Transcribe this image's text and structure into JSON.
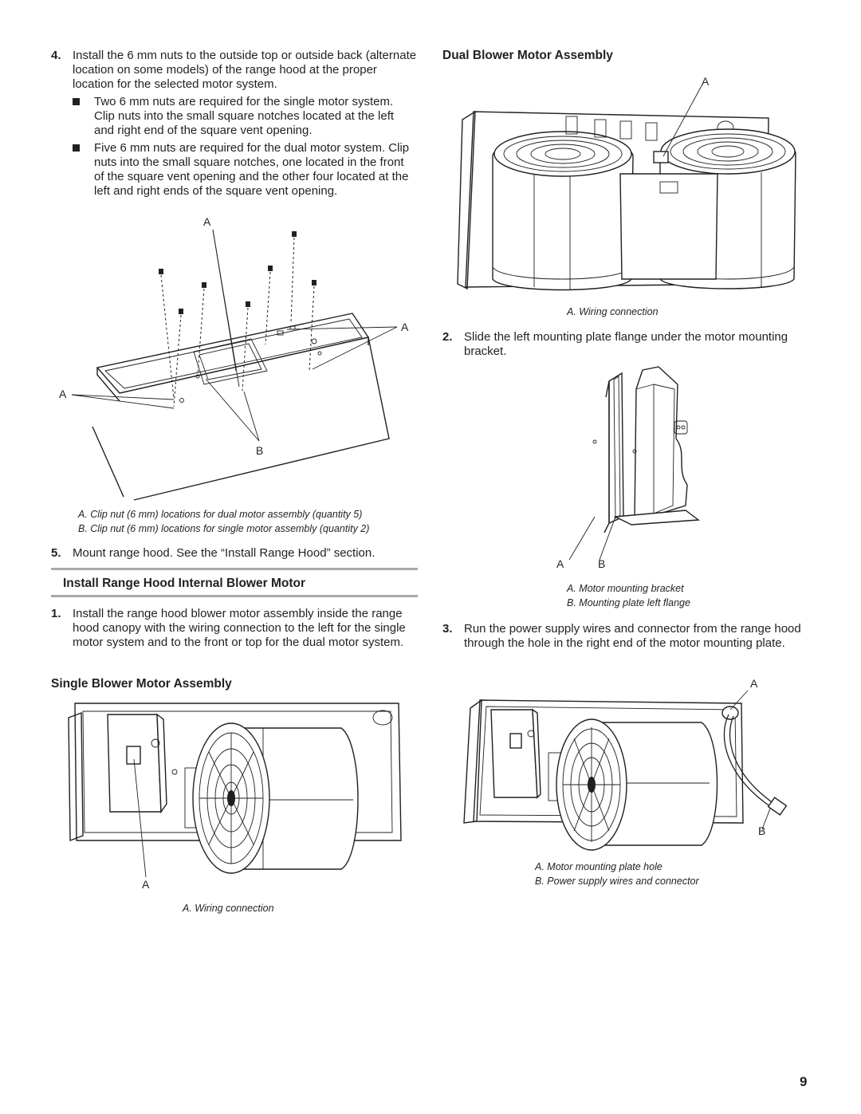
{
  "left": {
    "step4": {
      "num": "4.",
      "text": "Install the 6 mm nuts to the outside top or outside back (alternate location on some models) of the range hood at the proper location for the selected motor system.",
      "bullet1": "Two 6 mm nuts are required for the single motor system. Clip nuts into the small square notches located at the left and right end of the square vent opening.",
      "bullet2": "Five 6 mm nuts are required for the dual motor system. Clip nuts into the small square notches, one located in the front of the square vent opening and the other four located at the left and right ends of the square vent opening."
    },
    "fig1": {
      "label_a": "A",
      "label_b": "B",
      "caption_a": "A. Clip nut (6 mm) locations for dual motor assembly (quantity 5)",
      "caption_b": "B. Clip nut (6 mm) locations for single motor assembly (quantity 2)"
    },
    "step5": {
      "num": "5.",
      "text": "Mount range hood. See the “Install Range Hood” section."
    },
    "section_heading": "Install Range Hood Internal Blower Motor",
    "step1": {
      "num": "1.",
      "text": "Install the range hood blower motor assembly inside the range hood canopy with the wiring connection to the left for the single motor system and to the front or top for the dual motor system."
    },
    "single_heading": "Single Blower Motor Assembly",
    "fig_single": {
      "label_a": "A",
      "caption": "A. Wiring connection"
    }
  },
  "right": {
    "dual_heading": "Dual Blower Motor Assembly",
    "fig_dual": {
      "label_a": "A",
      "caption": "A. Wiring connection"
    },
    "step2": {
      "num": "2.",
      "text": "Slide the left mounting plate flange under the motor mounting bracket."
    },
    "fig_bracket": {
      "label_a": "A",
      "label_b": "B",
      "caption_a": "A. Motor mounting bracket",
      "caption_b": "B. Mounting plate left flange"
    },
    "step3": {
      "num": "3.",
      "text": "Run the power supply wires and connector from the range hood through the hole in the right end of the motor mounting plate."
    },
    "fig_wires": {
      "label_a": "A",
      "label_b": "B",
      "caption_a": "A. Motor mounting plate hole",
      "caption_b": "B. Power supply wires and connector"
    }
  },
  "page_number": "9"
}
